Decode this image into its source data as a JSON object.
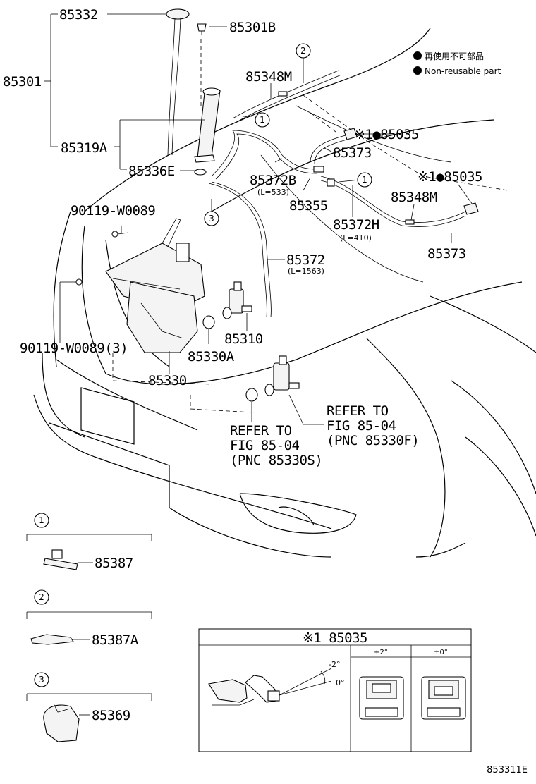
{
  "legend": {
    "jp_note": "再使用不可部品",
    "en_note": "Non-reusable part"
  },
  "parts": {
    "p85332": "85332",
    "p85301B": "85301B",
    "p85301": "85301",
    "p85348M_top": "85348M",
    "p85319A": "85319A",
    "p85336E": "85336E",
    "p85372B": "85372B",
    "p85372B_len": "(L=533)",
    "p85035_a": "※1●85035",
    "p85373_a": "85373",
    "p85035_b": "※1●85035",
    "p85355": "85355",
    "p85348M_right": "85348M",
    "p85372H": "85372H",
    "p85372H_len": "(L=410)",
    "p85373_b": "85373",
    "p90119_a": "90119-W0089",
    "p85372": "85372",
    "p85372_len": "(L=1563)",
    "p85310": "85310",
    "p90119_b": "90119-W0089(3)",
    "p85330A": "85330A",
    "p85330": "85330",
    "ref_f_1": "REFER TO",
    "ref_f_2": "FIG 85-04",
    "ref_f_3": "(PNC 85330F)",
    "ref_s_1": "REFER TO",
    "ref_s_2": "FIG 85-04",
    "ref_s_3": "(PNC 85330S)"
  },
  "callouts": {
    "c1": "1",
    "c2": "2",
    "c3": "3"
  },
  "details": [
    {
      "num": "1",
      "part": "85387"
    },
    {
      "num": "2",
      "part": "85387A"
    },
    {
      "num": "3",
      "part": "85369"
    }
  ],
  "inset": {
    "title": "※1 85035",
    "col_plus": "+2°",
    "col_zero": "±0°",
    "angle_minus": "-2°",
    "angle_zero": "0°"
  },
  "figure_id": "853311E"
}
